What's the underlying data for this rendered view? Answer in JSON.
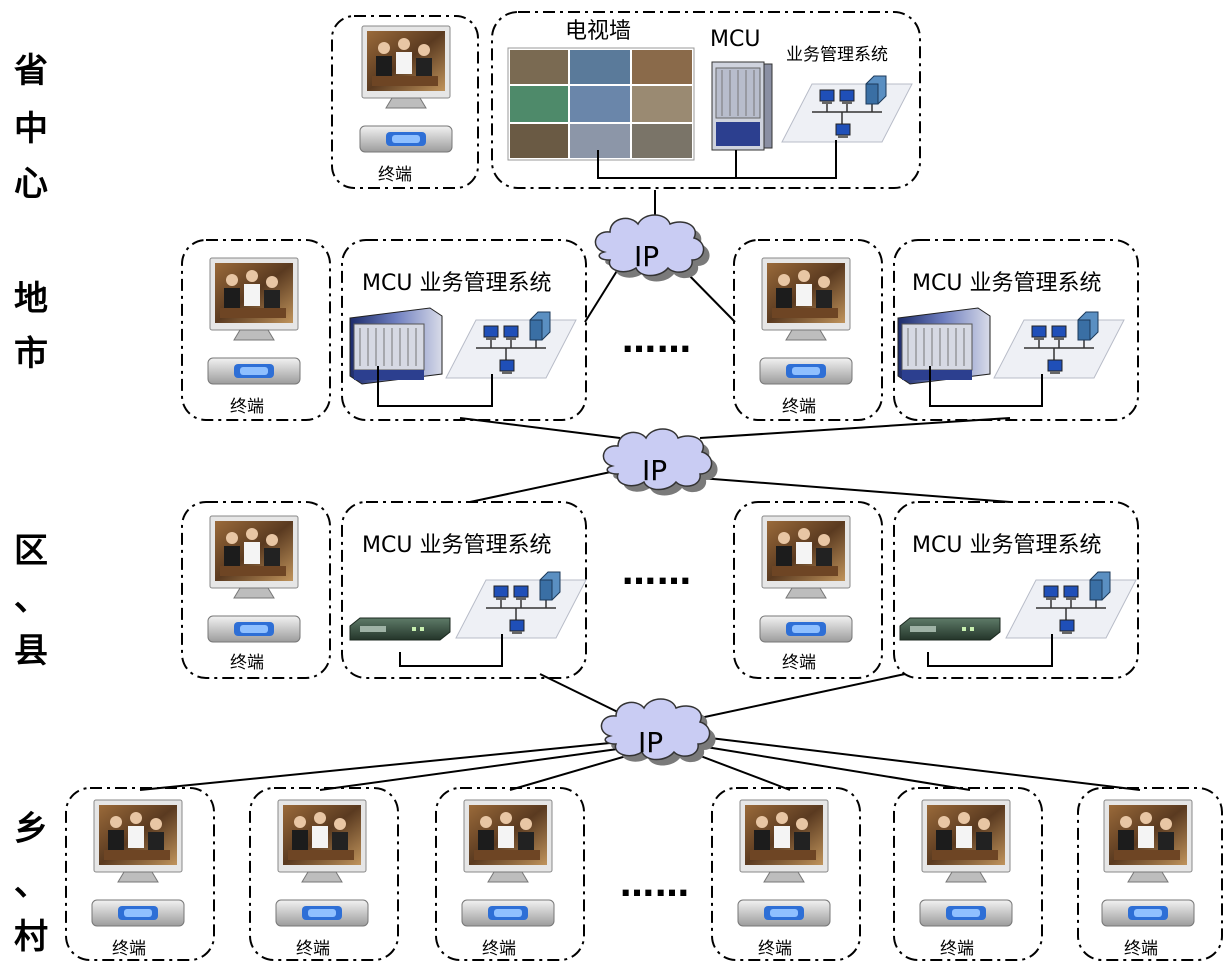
{
  "levels": {
    "province": [
      "省",
      "中",
      "心"
    ],
    "city": [
      "地",
      "市"
    ],
    "county": [
      "区",
      "、",
      "县"
    ],
    "village": [
      "乡",
      "、",
      "村"
    ]
  },
  "labels": {
    "terminal": "终端",
    "video_wall": "电视墙",
    "mcu": "MCU",
    "mgmt_system": "业务管理系统",
    "mcu_mgmt": "MCU 业务管理系统",
    "ip": "IP",
    "ellipsis": "……"
  },
  "icons": {
    "monitor": "video-monitor-icon",
    "terminal_box": "codec-box-icon",
    "mcu_chassis": "mcu-chassis-icon",
    "mcu_rack": "mcu-rack-icon",
    "network": "lan-network-icon",
    "cloud": "ip-cloud-icon",
    "wall": "video-wall-icon"
  },
  "colors": {
    "cloud_fill": "#c9ccf3",
    "cloud_shadow": "#7a7a7a",
    "mcu_blue": "#2c3f8f",
    "terminal_blue": "#2e6fd6",
    "rack_green": "#3d5a48"
  }
}
